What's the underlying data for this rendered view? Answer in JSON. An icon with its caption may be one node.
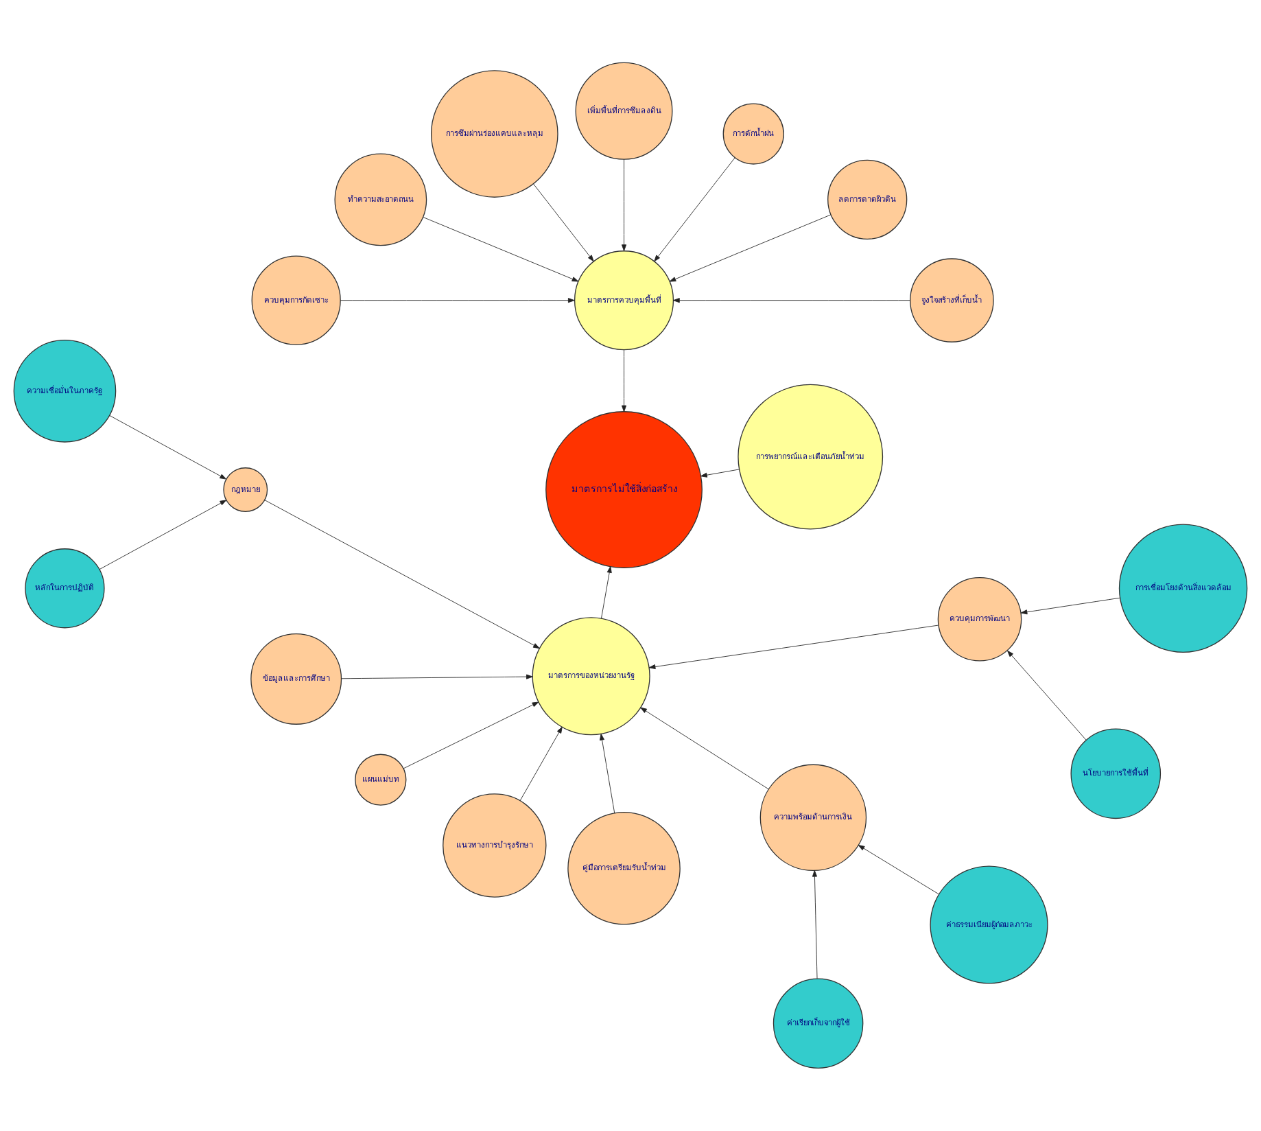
{
  "diagram": {
    "nodes": [
      {
        "text": [
          "การพยากรณ์และเตือนภัยน้ำท่วม"
        ]
      },
      {
        "text": [
          "มาตรการไม่ใช้สิ่งก่อสร้าง"
        ]
      },
      {
        "text": [
          "จูงใจสร้างที่เก็บน้ำ"
        ]
      },
      {
        "text": [
          "ลดการดาดผิวดิน"
        ]
      },
      {
        "text": [
          "การดักน้ำฝน"
        ]
      },
      {
        "text": [
          "เพิ่มพื้นที่การซึมลงดิน"
        ]
      },
      {
        "text": [
          "มาตรการควบคุมพื้นที่"
        ]
      },
      {
        "text": [
          "การซึมผ่านร่องแคบและหลุม"
        ]
      },
      {
        "text": [
          "ทำความสะอาดถนน"
        ]
      },
      {
        "text": [
          "ควบคุมการกัดเซาะ"
        ]
      },
      {
        "text": [
          "ความเชื่อมั่นในภาครัฐ"
        ]
      },
      {
        "text": [
          "หลักในการปฏิบัติ"
        ]
      },
      {
        "text": [
          "กฎหมาย"
        ]
      },
      {
        "text": [
          "มาตรการของหน่วยงานรัฐ"
        ]
      },
      {
        "text": [
          "ข้อมูลและการศึกษา"
        ]
      },
      {
        "text": [
          "แผนแม่บท"
        ]
      },
      {
        "text": [
          "แนวทางการบำรุงรักษา"
        ]
      },
      {
        "text": [
          "คู่มือการเตรียมรับน้ำท่วม"
        ]
      },
      {
        "text": [
          "ความพร้อมด้านการเงิน"
        ]
      },
      {
        "text": [
          "ค่าเรียกเก็บจากผู้ใช้"
        ]
      },
      {
        "text": [
          "ควบคุมการพัฒนา"
        ]
      },
      {
        "text": [
          "นโยบายการใช้พื้นที่"
        ]
      },
      {
        "text": [
          "ค่าธรรมเนียมผู้ก่อมลภาวะ"
        ]
      },
      {
        "text": [
          "การเชื่อมโยงด้านสิ่งแวดล้อม"
        ]
      }
    ],
    "edges": [
      {
        "from": 0,
        "to": 1,
        "arrow": "to"
      },
      {
        "from": 6,
        "to": 1,
        "arrow": "to"
      },
      {
        "from": 13,
        "to": 1,
        "arrow": "to"
      },
      {
        "from": 2,
        "to": 6,
        "arrow": "to"
      },
      {
        "from": 3,
        "to": 6,
        "arrow": "to"
      },
      {
        "from": 4,
        "to": 6,
        "arrow": "to"
      },
      {
        "from": 5,
        "to": 6,
        "arrow": "to"
      },
      {
        "from": 7,
        "to": 6,
        "arrow": "to"
      },
      {
        "from": 8,
        "to": 6,
        "arrow": "to"
      },
      {
        "from": 9,
        "to": 6,
        "arrow": "to"
      },
      {
        "from": 10,
        "to": 12,
        "arrow": "to"
      },
      {
        "from": 11,
        "to": 12,
        "arrow": "to"
      },
      {
        "from": 12,
        "to": 13,
        "arrow": "to"
      },
      {
        "from": 14,
        "to": 13,
        "arrow": "to"
      },
      {
        "from": 15,
        "to": 13,
        "arrow": "to"
      },
      {
        "from": 16,
        "to": 13,
        "arrow": "to"
      },
      {
        "from": 17,
        "to": 13,
        "arrow": "to"
      },
      {
        "from": 18,
        "to": 13,
        "arrow": "to"
      },
      {
        "from": 20,
        "to": 13,
        "arrow": "to"
      },
      {
        "from": 19,
        "to": 18,
        "arrow": "to"
      },
      {
        "from": 22,
        "to": 18,
        "arrow": "to"
      },
      {
        "from": 21,
        "to": 20,
        "arrow": "to"
      },
      {
        "from": 23,
        "to": 20,
        "arrow": "to"
      }
    ]
  }
}
